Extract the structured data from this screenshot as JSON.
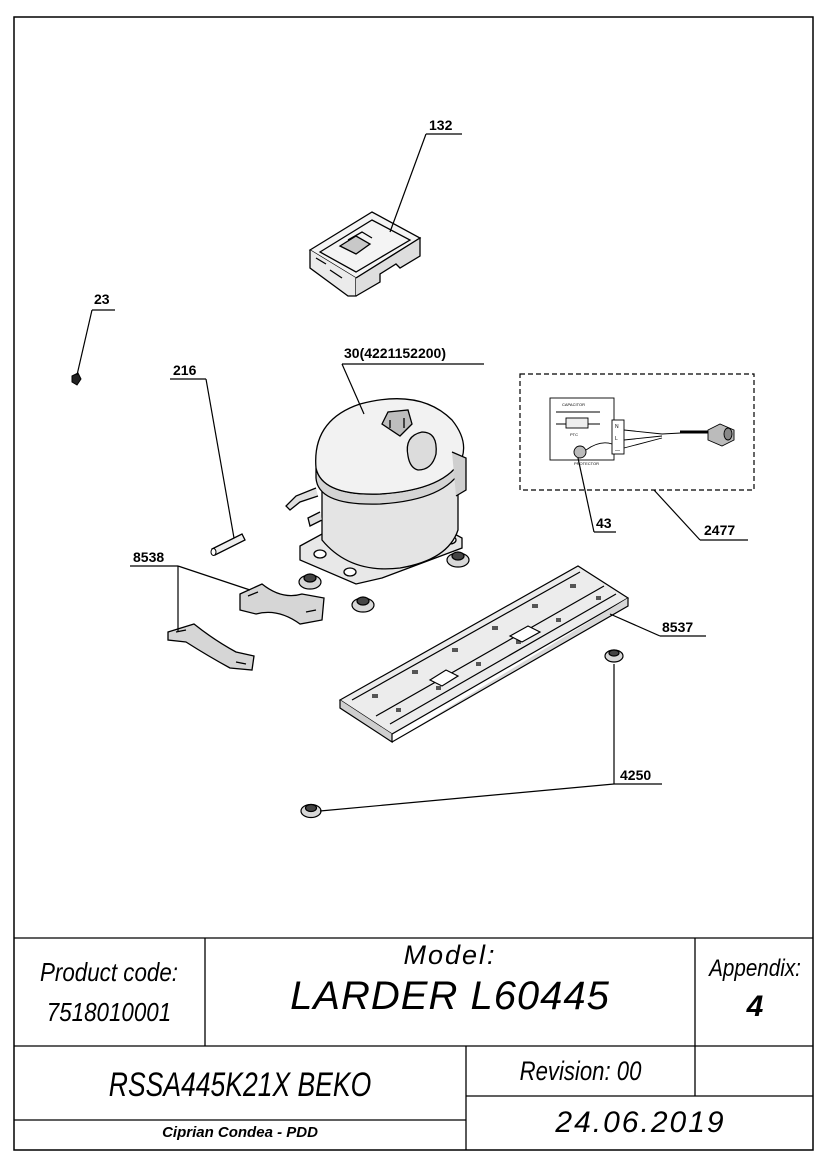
{
  "labels": {
    "p132": "132",
    "p23": "23",
    "p216": "216",
    "p30": "30(4221152200)",
    "p8538": "8538",
    "p43": "43",
    "p2477": "2477",
    "p8537": "8537",
    "p4250": "4250"
  },
  "wiring_mini": {
    "capacitor": "CAPACITOR",
    "ptc": "PTC",
    "protector": "PROTECTOR",
    "terminals": [
      "N",
      "L",
      "—"
    ]
  },
  "title_block": {
    "product_code_label": "Product code:",
    "product_code": "7518010001",
    "model_label": "Model:",
    "model": "LARDER L60445",
    "appendix_label": "Appendix:",
    "appendix": "4",
    "brand_line": "RSSA445K21X BEKO",
    "author": "Ciprian Condea - PDD",
    "revision": "Revision: 00",
    "date": "24.06.2019"
  }
}
